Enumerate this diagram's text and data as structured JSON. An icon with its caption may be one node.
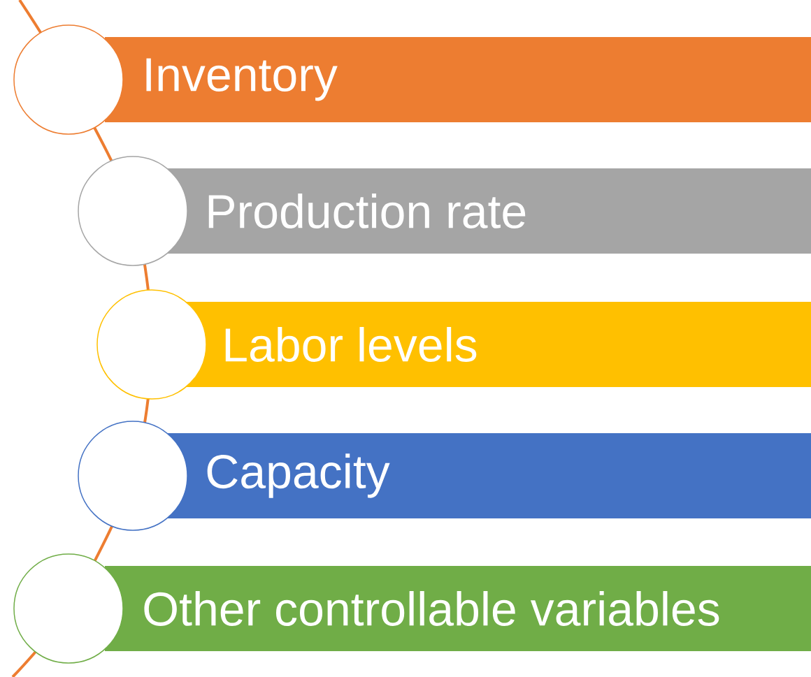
{
  "diagram": {
    "nodes": [
      {
        "text": [
          "Inventory"
        ]
      },
      {
        "text": [
          "Production rate"
        ]
      },
      {
        "text": [
          "Labor levels"
        ]
      },
      {
        "text": [
          "Capacity"
        ]
      },
      {
        "text": [
          "Other controllable variables"
        ]
      }
    ]
  }
}
